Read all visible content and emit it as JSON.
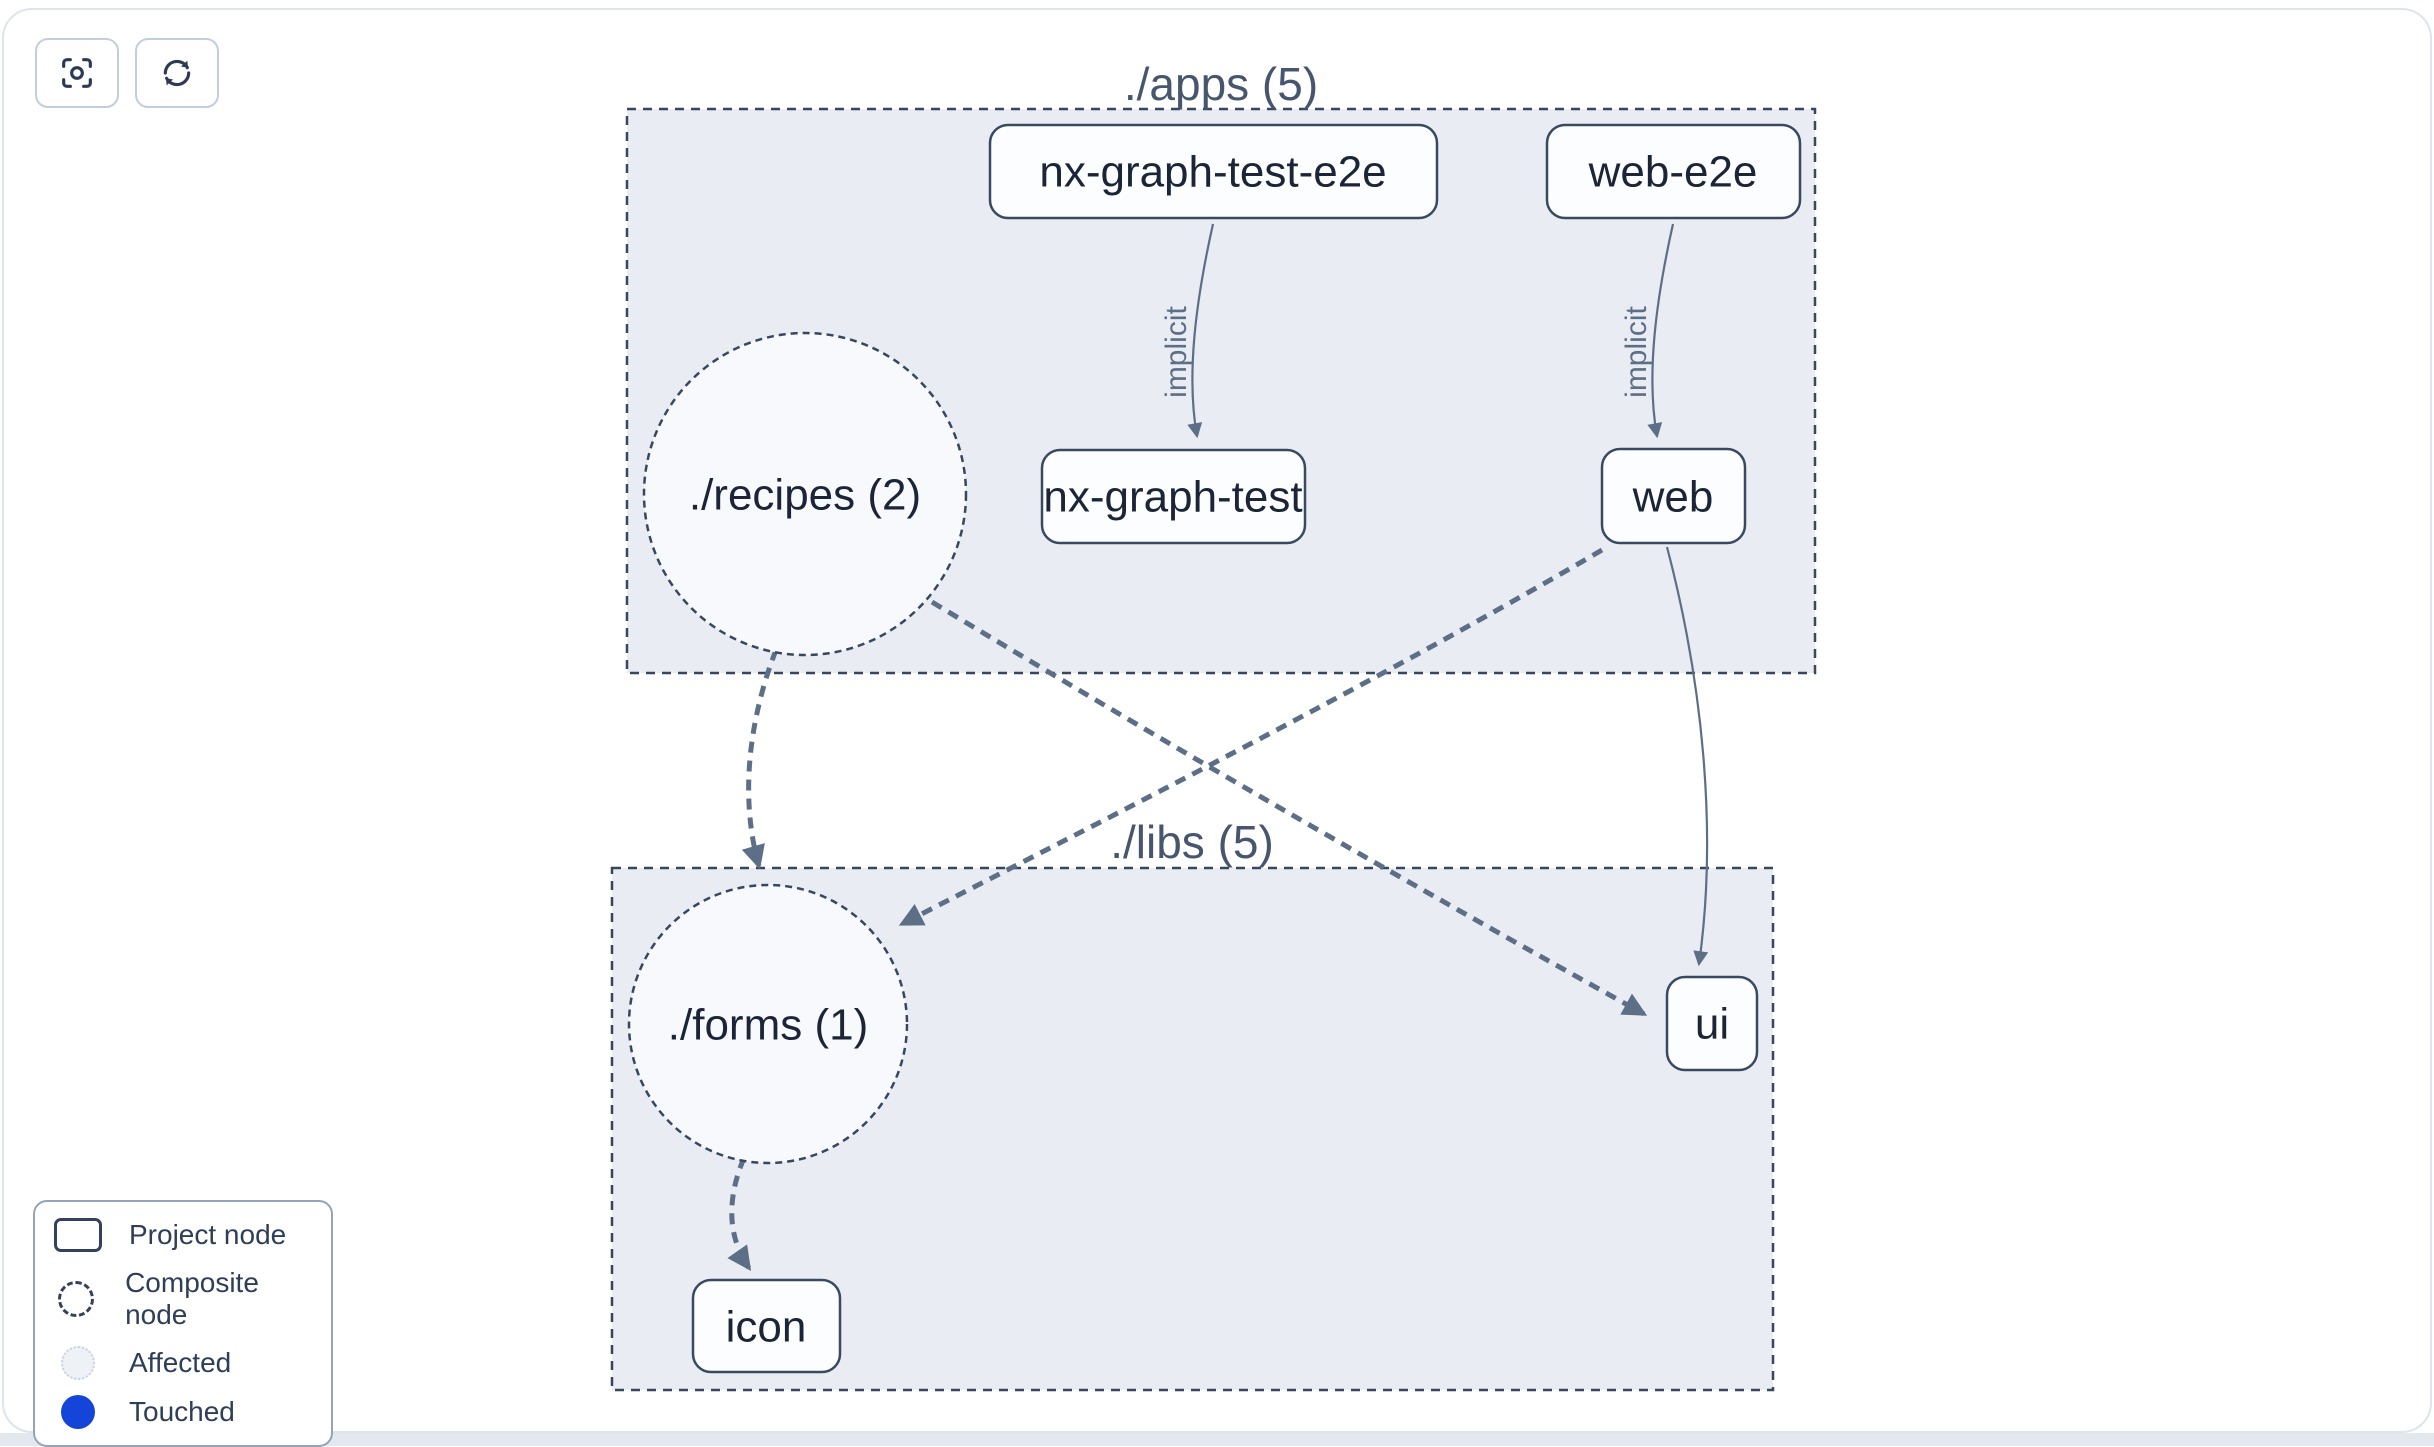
{
  "toolbar": {
    "buttons": [
      {
        "name": "center-graph",
        "icon": "focus-icon"
      },
      {
        "name": "refresh-graph",
        "icon": "refresh-icon"
      }
    ]
  },
  "graph": {
    "groups": [
      {
        "label": "./apps (5)"
      },
      {
        "label": "./libs (5)"
      }
    ],
    "composite_nodes": [
      {
        "label": "./recipes (2)"
      },
      {
        "label": "./forms (1)"
      }
    ],
    "project_nodes": [
      {
        "label": "nx-graph-test-e2e"
      },
      {
        "label": "web-e2e"
      },
      {
        "label": "nx-graph-test"
      },
      {
        "label": "web"
      },
      {
        "label": "ui"
      },
      {
        "label": "icon"
      }
    ],
    "edges": [
      {
        "from": "nx-graph-test-e2e",
        "to": "nx-graph-test",
        "label": "implicit",
        "style": "solid"
      },
      {
        "from": "web-e2e",
        "to": "web",
        "label": "implicit",
        "style": "solid"
      },
      {
        "from": "web",
        "to": "ui",
        "label": "",
        "style": "solid"
      },
      {
        "from": "./recipes",
        "to": "./forms",
        "label": "",
        "style": "dashed"
      },
      {
        "from": "./recipes",
        "to": "ui",
        "label": "",
        "style": "dashed"
      },
      {
        "from": "web",
        "to": "./forms",
        "label": "",
        "style": "dashed"
      },
      {
        "from": "./forms",
        "to": "icon",
        "label": "",
        "style": "dashed"
      }
    ]
  },
  "legend": {
    "items": [
      {
        "icon": "project-node-icon",
        "label": "Project node"
      },
      {
        "icon": "composite-node-icon",
        "label": "Composite node"
      },
      {
        "icon": "affected-icon",
        "label": "Affected"
      },
      {
        "icon": "touched-icon",
        "label": "Touched"
      }
    ]
  },
  "colors": {
    "touched_blue": "#1444d8",
    "group_fill": "#e9edf3",
    "node_fill": "#fcfdfe",
    "edge": "#5d6e87",
    "text": "#1b2537"
  }
}
